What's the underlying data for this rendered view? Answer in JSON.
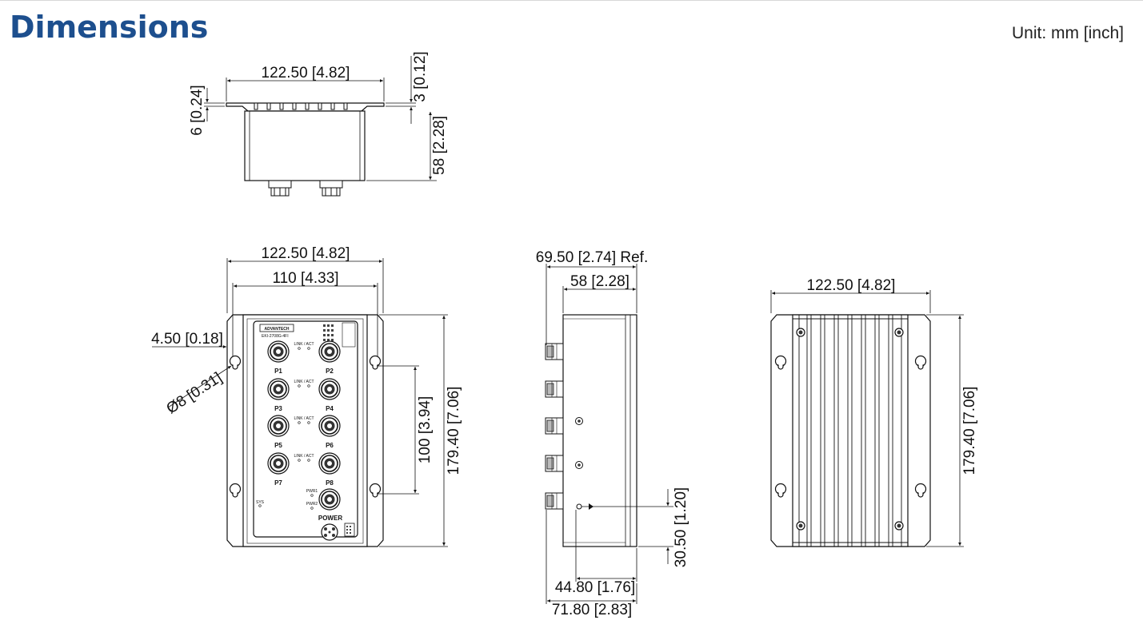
{
  "header": {
    "title": "Dimensions",
    "unit": "Unit: mm [inch]"
  },
  "top_view": {
    "width": "122.50 [4.82]",
    "flange_thickness": "6 [0.24]",
    "flange_offset": "3 [0.12]",
    "depth": "58 [2.28]"
  },
  "front_view": {
    "overall_width": "122.50 [4.82]",
    "mount_spacing": "110 [4.33]",
    "hole_offset": "4.50 [0.18]",
    "hole_diameter": "Ø8 [0.31]",
    "hole_vertical_spacing": "100 [3.94]",
    "height": "179.40 [7.06]",
    "brand": "ADVANTECH",
    "model": "EKI-2708G-4FI",
    "led_labels": [
      "LINK / ACT",
      "LINK / ACT",
      "LINK / ACT",
      "LINK / ACT"
    ],
    "ports": [
      "P1",
      "P2",
      "P3",
      "P4",
      "P5",
      "P6",
      "P7",
      "P8"
    ],
    "pwr1": "PWR1",
    "pwr2": "PWR2",
    "sys": "SYS",
    "power": "POWER"
  },
  "side_view": {
    "overall_depth": "69.50 [2.74] Ref.",
    "body_depth": "58 [2.28]",
    "connector_height": "30.50 [1.20]",
    "connector_depth_inner": "44.80 [1.76]",
    "connector_depth_outer": "71.80 [2.83]"
  },
  "back_view": {
    "width": "122.50 [4.82]",
    "height": "179.40 [7.06]"
  }
}
